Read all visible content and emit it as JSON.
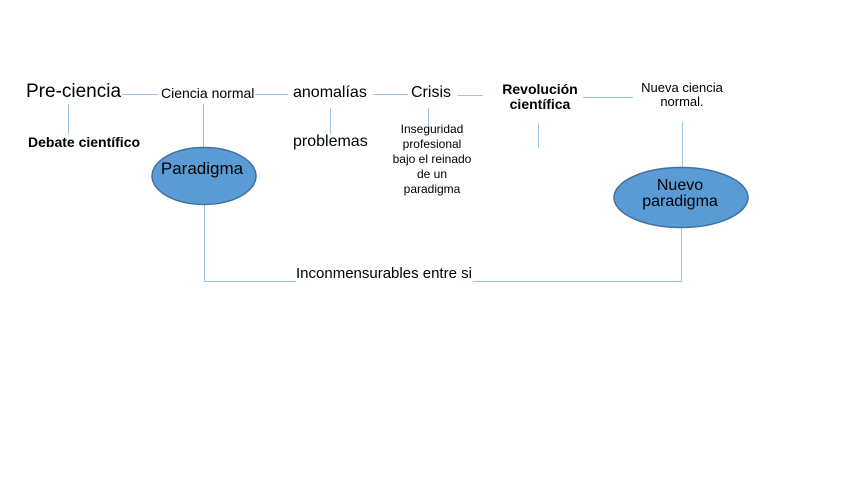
{
  "colors": {
    "background": "#ffffff",
    "text": "#000000",
    "ellipse_fill": "#5b9bd5",
    "ellipse_stroke": "#41719c",
    "connector": "#9dc3e6"
  },
  "nodes": {
    "pre_ciencia": {
      "label": "Pre-ciencia"
    },
    "ciencia_normal": {
      "label": "Ciencia normal"
    },
    "anomalias": {
      "label": "anomalías"
    },
    "crisis": {
      "label": "Crisis"
    },
    "revolucion_cientifica": {
      "label": "Revolución\ncientífica"
    },
    "nueva_ciencia_normal": {
      "label": "Nueva ciencia\nnormal."
    },
    "debate_cientifico": {
      "label": "Debate científico"
    },
    "problemas": {
      "label": "problemas"
    },
    "inseguridad_profesional": {
      "label": "Inseguridad\nprofesional\nbajo el reinado\nde un\nparadigma"
    },
    "paradigma": {
      "label": "Paradigma"
    },
    "nuevo_paradigma": {
      "label": "Nuevo\nparadigma"
    },
    "inconmensurables": {
      "label": "Inconmensurables entre si"
    }
  }
}
